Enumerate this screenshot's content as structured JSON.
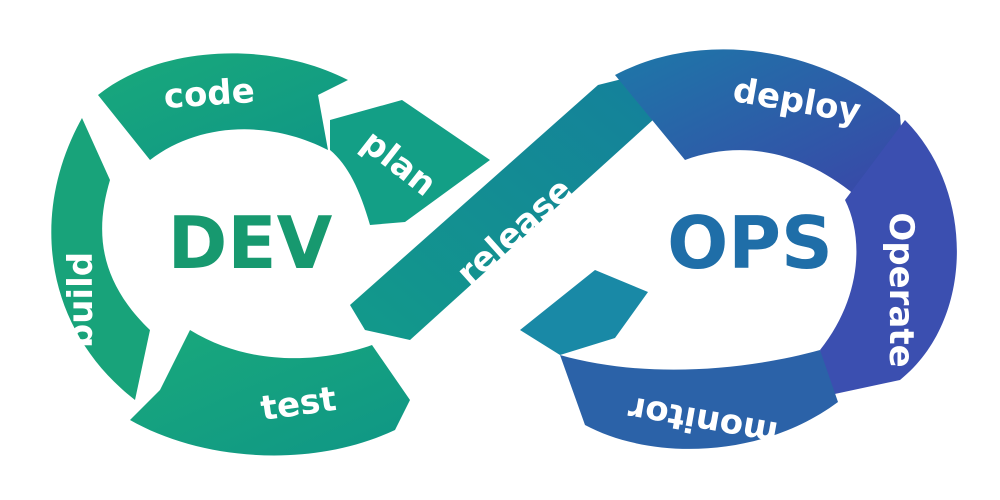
{
  "center": {
    "left": "DEV",
    "right": "OPS"
  },
  "stages": {
    "plan": "plan",
    "code": "code",
    "build": "build",
    "test": "test",
    "release": "release",
    "deploy": "deploy",
    "operate": "Operate",
    "monitor": "monitor"
  },
  "colors": {
    "dev_green": "#1aa37a",
    "dev_dark": "#0f8a67",
    "cross_teal": "#138d97",
    "ops_blue": "#1f6aa8",
    "ops_indigo": "#3a4aa6",
    "dev_text": "#17996f",
    "ops_text": "#1f6ea8"
  }
}
